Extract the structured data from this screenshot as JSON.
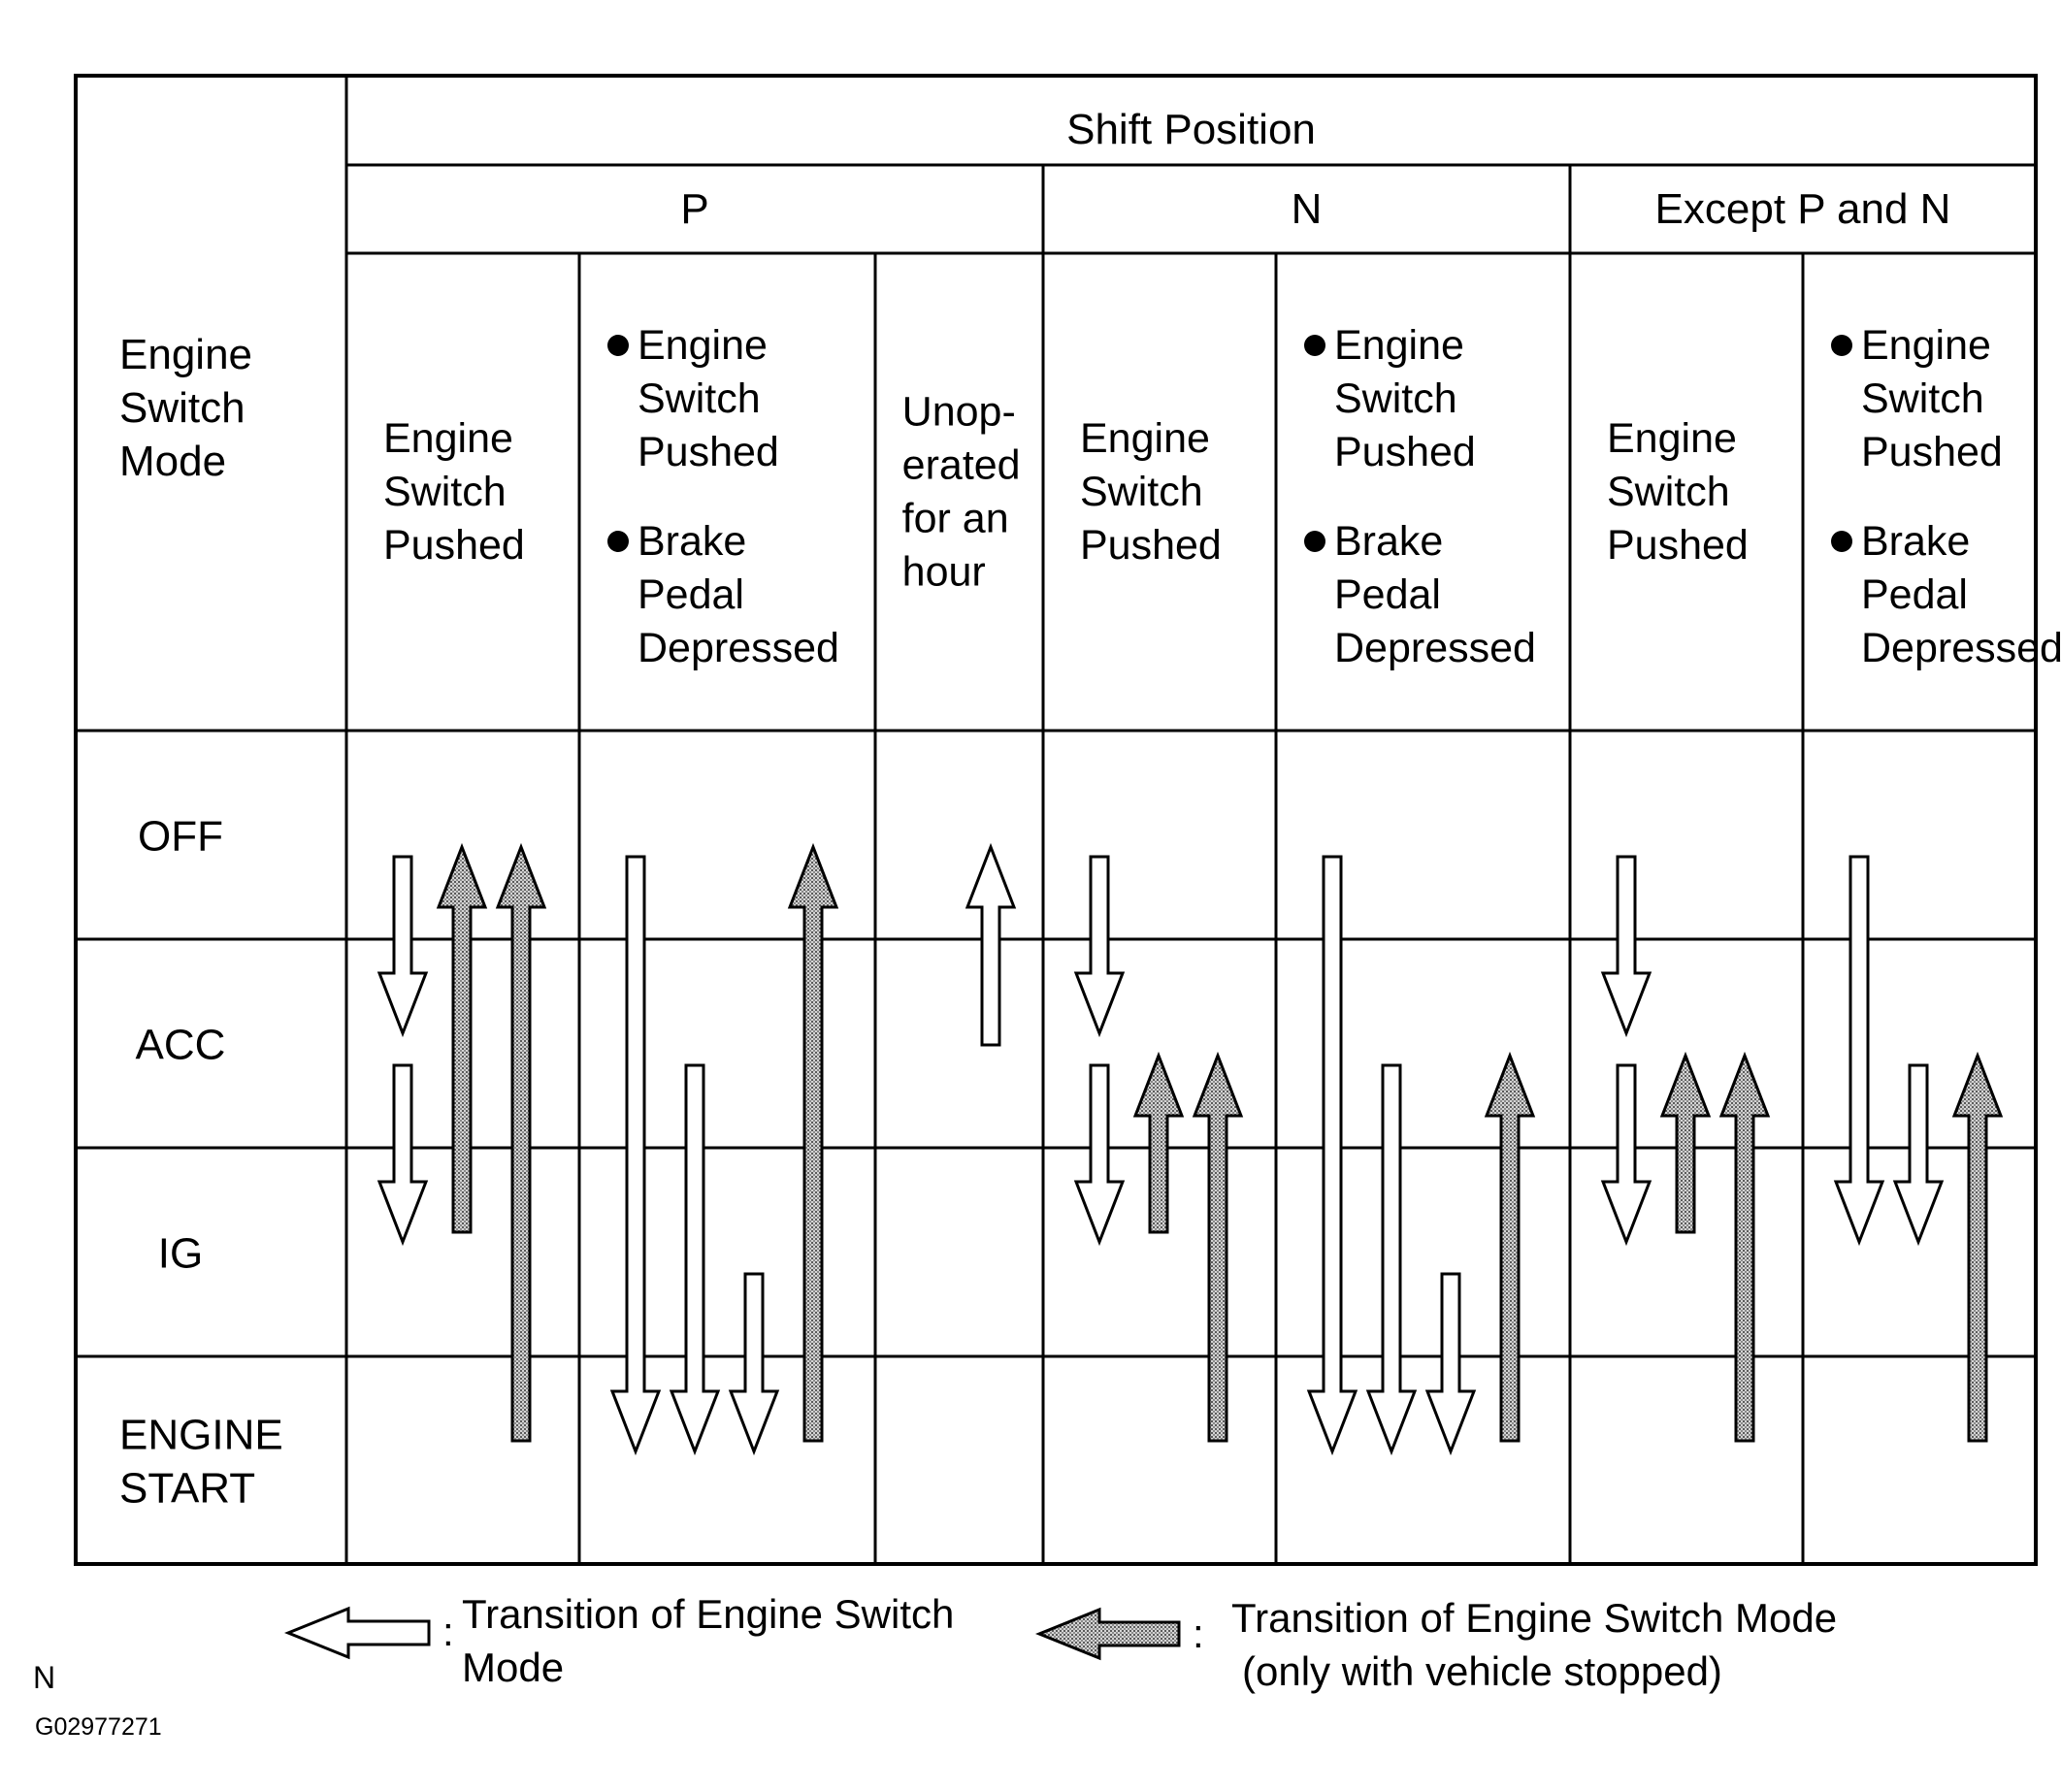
{
  "header": {
    "row_label": [
      "Engine",
      "Switch",
      "Mode"
    ],
    "shift_position": "Shift Position",
    "groups": [
      "P",
      "N",
      "Except P and N"
    ]
  },
  "conditions": [
    {
      "bullets": false,
      "lines": [
        "Engine",
        "Switch",
        "Pushed"
      ]
    },
    {
      "bullets": true,
      "items": [
        [
          "Engine",
          "Switch",
          "Pushed"
        ],
        [
          "Brake",
          "Pedal",
          "Depressed"
        ]
      ]
    },
    {
      "bullets": false,
      "lines": [
        "Unop-",
        "erated",
        "for an",
        "hour"
      ]
    },
    {
      "bullets": false,
      "lines": [
        "Engine",
        "Switch",
        "Pushed"
      ]
    },
    {
      "bullets": true,
      "items": [
        [
          "Engine",
          "Switch",
          "Pushed"
        ],
        [
          "Brake",
          "Pedal",
          "Depressed"
        ]
      ]
    },
    {
      "bullets": false,
      "lines": [
        "Engine",
        "Switch",
        "Pushed"
      ]
    },
    {
      "bullets": true,
      "items": [
        [
          "Engine",
          "Switch",
          "Pushed"
        ],
        [
          "Brake",
          "Pedal",
          "Depressed"
        ]
      ]
    }
  ],
  "bullet_glyph": "●",
  "modes": [
    {
      "lines": [
        "OFF"
      ]
    },
    {
      "lines": [
        "ACC"
      ]
    },
    {
      "lines": [
        "IG"
      ]
    },
    {
      "lines": [
        "ENGINE",
        "START"
      ]
    }
  ],
  "transitions": [
    {
      "column": 0,
      "slot": 0,
      "from": "OFF",
      "to": "ACC",
      "type": "normal"
    },
    {
      "column": 0,
      "slot": 0,
      "from": "ACC",
      "to": "IG",
      "type": "normal"
    },
    {
      "column": 0,
      "slot": 1,
      "from": "IG",
      "to": "OFF",
      "type": "stopped"
    },
    {
      "column": 0,
      "slot": 2,
      "from": "ENGINE START",
      "to": "OFF",
      "type": "stopped"
    },
    {
      "column": 1,
      "slot": 0,
      "from": "OFF",
      "to": "ENGINE START",
      "type": "normal"
    },
    {
      "column": 1,
      "slot": 1,
      "from": "ACC",
      "to": "ENGINE START",
      "type": "normal"
    },
    {
      "column": 1,
      "slot": 2,
      "from": "IG",
      "to": "ENGINE START",
      "type": "normal"
    },
    {
      "column": 1,
      "slot": 3,
      "from": "ENGINE START",
      "to": "OFF",
      "type": "stopped"
    },
    {
      "column": 2,
      "slot": 1,
      "from": "ACC",
      "to": "OFF",
      "type": "normal"
    },
    {
      "column": 3,
      "slot": 0,
      "from": "OFF",
      "to": "ACC",
      "type": "normal"
    },
    {
      "column": 3,
      "slot": 0,
      "from": "ACC",
      "to": "IG",
      "type": "normal"
    },
    {
      "column": 3,
      "slot": 1,
      "from": "IG",
      "to": "ACC",
      "type": "stopped"
    },
    {
      "column": 3,
      "slot": 2,
      "from": "ENGINE START",
      "to": "ACC",
      "type": "stopped"
    },
    {
      "column": 4,
      "slot": 0,
      "from": "OFF",
      "to": "ENGINE START",
      "type": "normal"
    },
    {
      "column": 4,
      "slot": 1,
      "from": "ACC",
      "to": "ENGINE START",
      "type": "normal"
    },
    {
      "column": 4,
      "slot": 2,
      "from": "IG",
      "to": "ENGINE START",
      "type": "normal"
    },
    {
      "column": 4,
      "slot": 3,
      "from": "ENGINE START",
      "to": "ACC",
      "type": "stopped"
    },
    {
      "column": 5,
      "slot": 0,
      "from": "OFF",
      "to": "ACC",
      "type": "normal"
    },
    {
      "column": 5,
      "slot": 0,
      "from": "ACC",
      "to": "IG",
      "type": "normal"
    },
    {
      "column": 5,
      "slot": 1,
      "from": "IG",
      "to": "ACC",
      "type": "stopped"
    },
    {
      "column": 5,
      "slot": 2,
      "from": "ENGINE START",
      "to": "ACC",
      "type": "stopped"
    },
    {
      "column": 6,
      "slot": 0,
      "from": "OFF",
      "to": "IG",
      "type": "normal"
    },
    {
      "column": 6,
      "slot": 1,
      "from": "ACC",
      "to": "IG",
      "type": "normal"
    },
    {
      "column": 6,
      "slot": 2,
      "from": "ENGINE START",
      "to": "ACC",
      "type": "stopped"
    }
  ],
  "legend": {
    "normal": [
      "Transition of Engine Switch",
      "Mode"
    ],
    "stopped": [
      "Transition of Engine Switch Mode",
      "(only with vehicle stopped)"
    ],
    "separator": ":"
  },
  "footer": {
    "letter": "N",
    "code": "G02977271"
  },
  "colors": {
    "line": "#000000",
    "arrow_normal_fill": "#ffffff",
    "arrow_stopped_fill": "#a8a8a8",
    "background": "#ffffff"
  }
}
